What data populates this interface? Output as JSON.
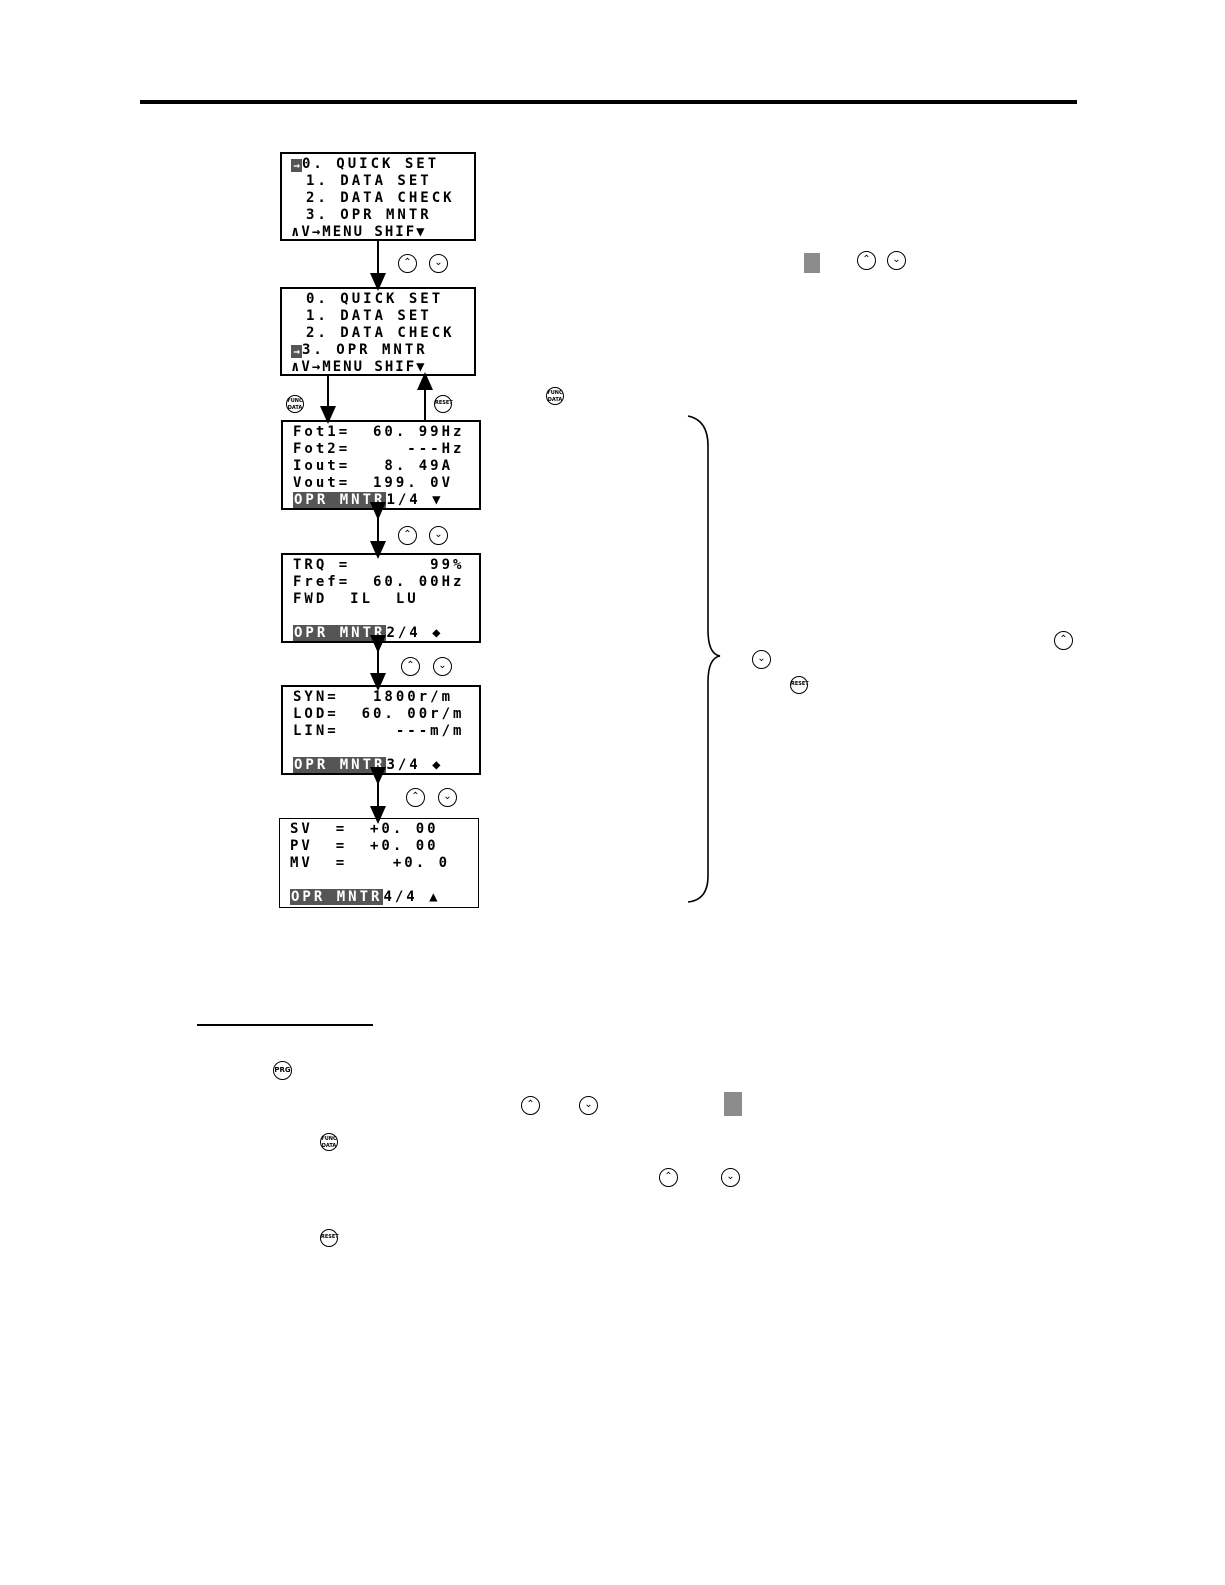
{
  "screen1": {
    "lines": [
      "0. QUICK SET",
      "1. DATA SET",
      "2. DATA CHECK",
      "3. OPR MNTR"
    ],
    "cursor_line": 0,
    "cursor_glyph": "→",
    "footer": "∧V→MENU SHIF▼"
  },
  "screen2": {
    "lines": [
      "0. QUICK SET",
      "1. DATA SET",
      "2. DATA CHECK",
      "3. OPR MNTR"
    ],
    "cursor_line": 3,
    "cursor_glyph": "→",
    "footer": "∧V→MENU SHIF▼"
  },
  "monitor_pages": [
    {
      "lines": [
        "Fot1=  60. 99Hz",
        "Fot2=     ---Hz",
        "Iout=   8. 49A",
        "Vout=  199. 0V"
      ],
      "tag": "OPR MNTR",
      "page": "1/4",
      "mark": "▼"
    },
    {
      "lines": [
        "TRQ =       99%",
        "Fref=  60. 00Hz",
        "FWD  IL  LU",
        ""
      ],
      "tag": "OPR MNTR",
      "page": "2/4",
      "mark": "◆"
    },
    {
      "lines": [
        "SYN=   1800r/m",
        "LOD=  60. 00r/m",
        "LIN=     ---m/m",
        ""
      ],
      "tag": "OPR MNTR",
      "page": "3/4",
      "mark": "◆"
    },
    {
      "lines": [
        "SV  =  +0. 00",
        "PV  =  +0. 00",
        "MV  =    +0. 0",
        ""
      ],
      "tag": "OPR MNTR",
      "page": "4/4",
      "mark": "▲"
    }
  ],
  "keys": {
    "up": "⌃",
    "down": "⌄",
    "func_data": "FUNC DATA",
    "reset": "RESET",
    "prg": "PRG"
  }
}
